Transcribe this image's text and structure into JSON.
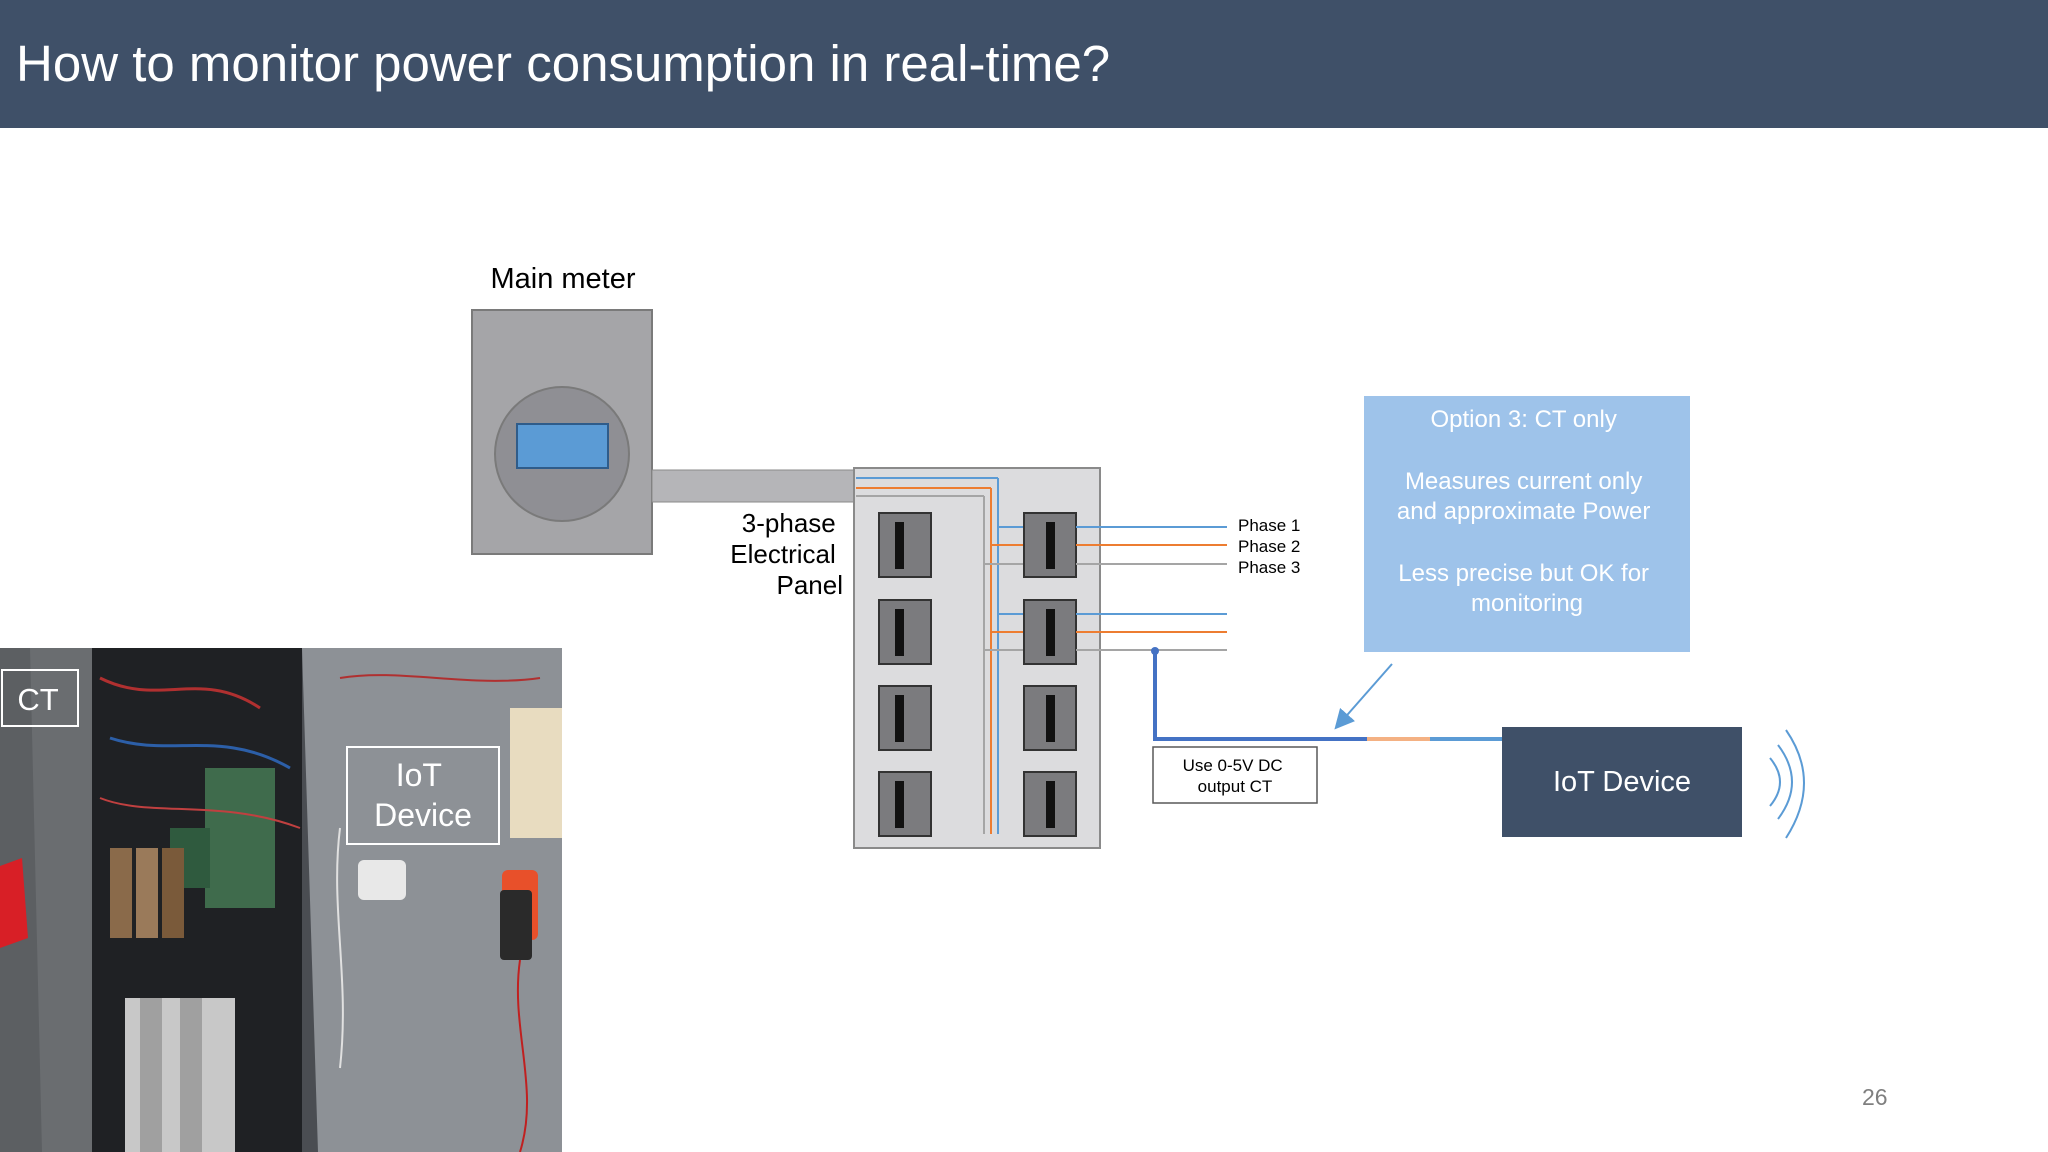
{
  "slide": {
    "title": "How to monitor power consumption in real-time?",
    "page_number": "26"
  },
  "diagram": {
    "main_meter_label": "Main meter",
    "panel_label": [
      "3-phase",
      "Electrical",
      "Panel"
    ],
    "phase_labels": [
      "Phase 1",
      "Phase 2",
      "Phase 3"
    ],
    "ct_label": [
      "Use 0-5V DC",
      "output CT"
    ],
    "option_box": {
      "title": "Option 3: CT only",
      "line1": [
        "Measures current only",
        "and approximate Power"
      ],
      "line2": [
        "Less precise but OK for",
        "monitoring"
      ]
    },
    "iot_device_label": "IoT Device",
    "colors": {
      "header": "#3f5068",
      "option_box": "#9ec3ea",
      "iot_device": "#3f5068",
      "phase1": "#5b9bd5",
      "phase2": "#ed7d31",
      "phase3": "#a5a5a5",
      "meter_display": "#5b9bd5"
    }
  },
  "photo": {
    "ct_label": "CT",
    "iot_label": [
      "IoT",
      "Device"
    ]
  }
}
